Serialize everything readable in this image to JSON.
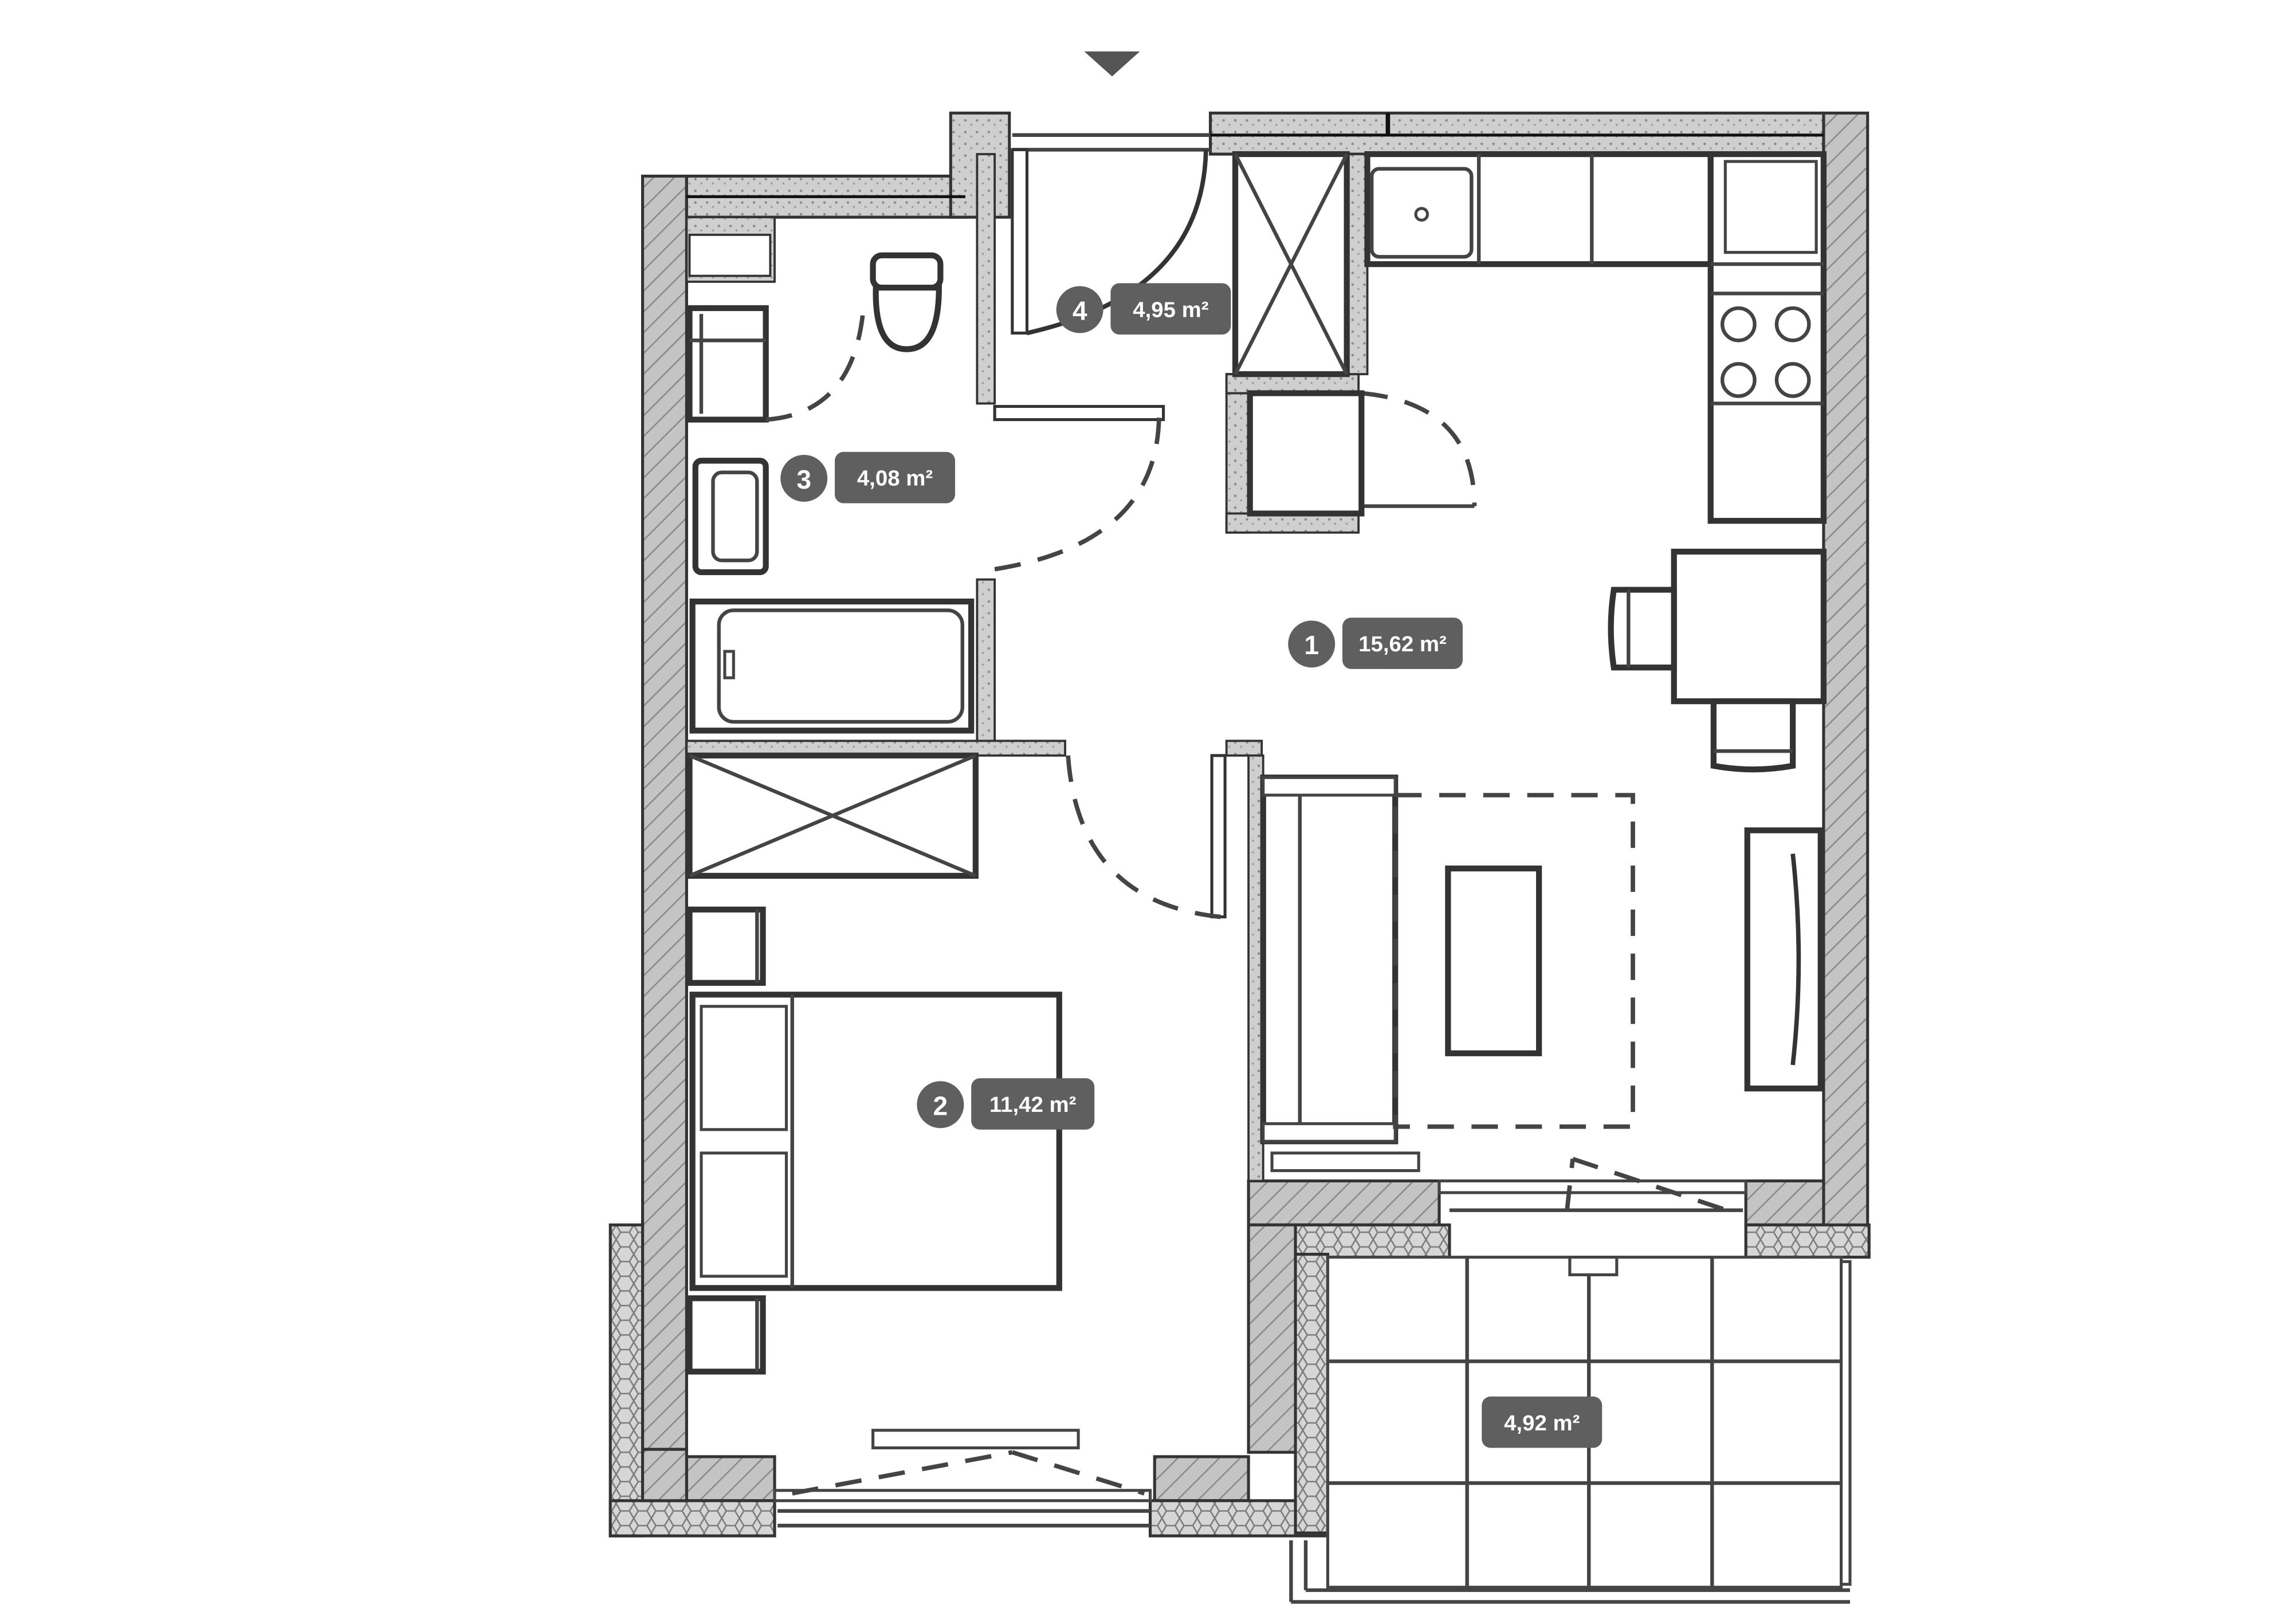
{
  "plan": {
    "entrance_marker_icon": "triangle-down-icon",
    "colors": {
      "badge": "#5f5f5f",
      "wall_fill": "#b8b8b8",
      "concrete_fill": "#d2d2d2",
      "line": "#333333"
    },
    "rooms": [
      {
        "number": "1",
        "area": "15,62 m²"
      },
      {
        "number": "2",
        "area": "11,42 m²"
      },
      {
        "number": "3",
        "area": "4,08 m²"
      },
      {
        "number": "4",
        "area": "4,95 m²"
      }
    ],
    "balcony": {
      "area": "4,92 m²"
    }
  }
}
